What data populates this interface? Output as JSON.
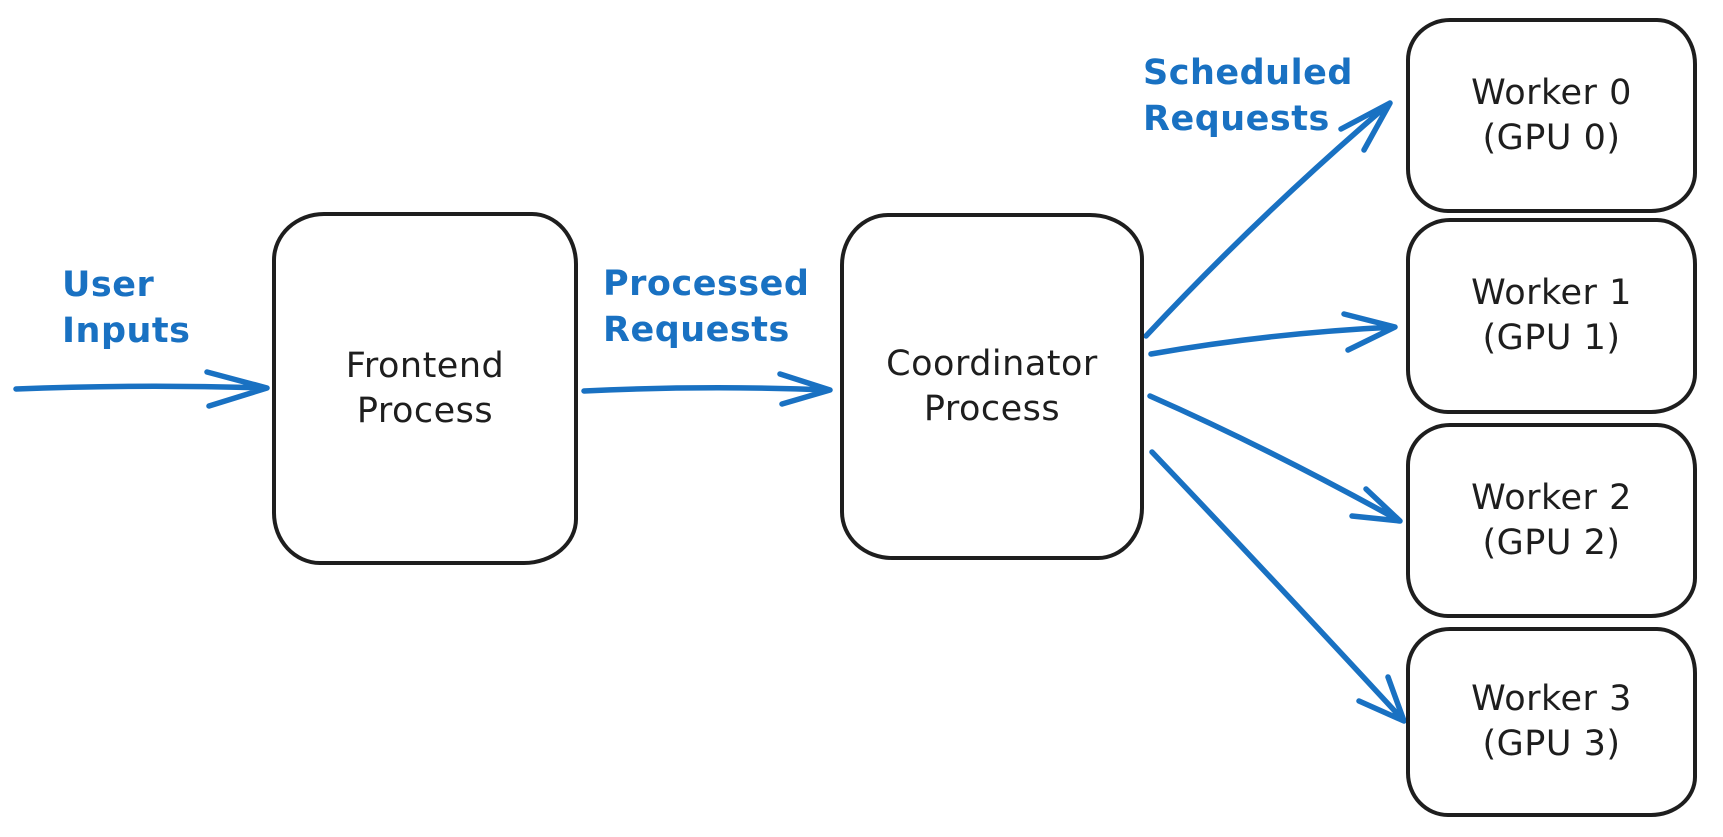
{
  "colors": {
    "node_stroke": "#1e1e1e",
    "arrow_blue": "#1971c2",
    "background": "#ffffff"
  },
  "nodes": {
    "frontend": {
      "line1": "Frontend",
      "line2": "Process"
    },
    "coordinator": {
      "line1": "Coordinator",
      "line2": "Process"
    },
    "workers": [
      {
        "line1": "Worker 0",
        "line2": "(GPU 0)"
      },
      {
        "line1": "Worker 1",
        "line2": "(GPU 1)"
      },
      {
        "line1": "Worker 2",
        "line2": "(GPU 2)"
      },
      {
        "line1": "Worker 3",
        "line2": "(GPU 3)"
      }
    ]
  },
  "edge_labels": {
    "user_inputs": {
      "line1": "User",
      "line2": "Inputs"
    },
    "processed_requests": {
      "line1": "Processed",
      "line2": "Requests"
    },
    "scheduled_requests": {
      "line1": "Scheduled",
      "line2": "Requests"
    }
  }
}
